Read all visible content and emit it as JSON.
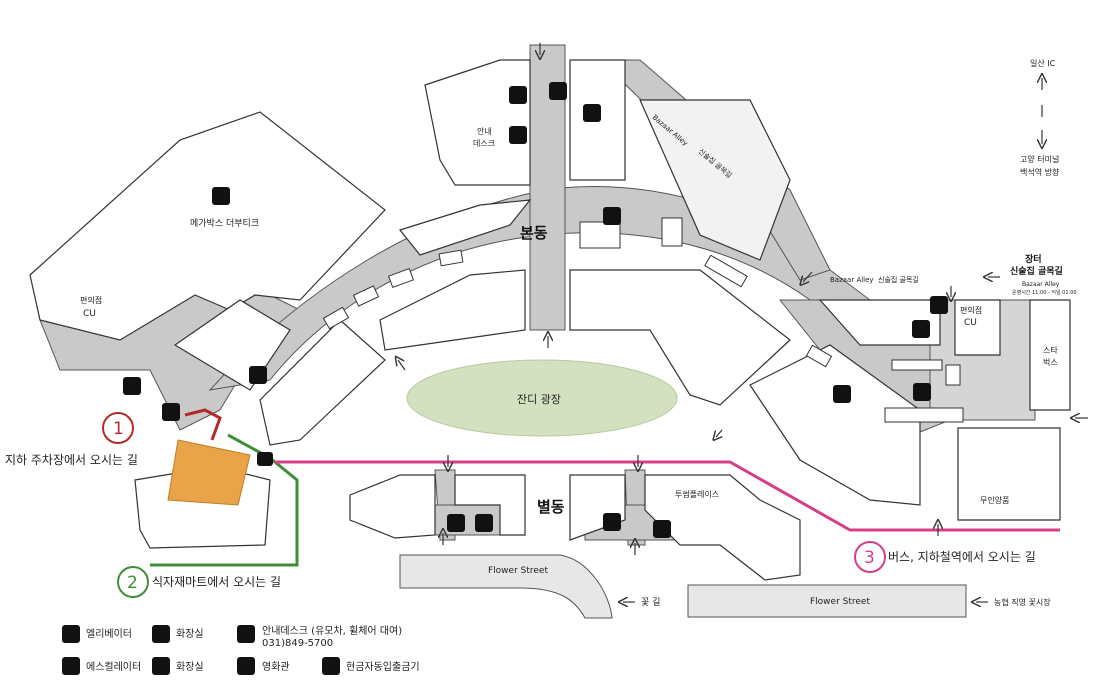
{
  "map": {
    "buildings": {
      "main": "본동",
      "annex": "별동"
    },
    "plaza": "잔디 광장",
    "stores": {
      "megabox": "메가박스 더부티크",
      "cu_left_1": "편의점",
      "cu_left_2": "CU",
      "cu_right_1": "편의점",
      "cu_right_2": "CU",
      "starbucks_1": "스타",
      "starbucks_2": "벅스",
      "twosome": "투썸플레이스",
      "muin": "무인양품"
    },
    "info_desk_1": "안내",
    "info_desk_2": "데스크",
    "bazaar_alley": "Bazaar Alley",
    "bazaar_alley_2": "Bazaar Alley",
    "sinsuljip_alley": "신술집 골목길",
    "sinsuljip_alley_2": "신술집 골목길",
    "jangteo_1": "장터",
    "jangteo_2": "신술집 골목길",
    "jangteo_3": "Bazaar Alley",
    "jangteo_4": "운영시간 11:00 - 익일 01:00",
    "flower_street_1": "Flower Street",
    "flower_street_2": "Flower Street",
    "flower_road": "꽃 길",
    "nh_market": "농협 직영 꽃시장",
    "ilsan_ic": "일산 IC",
    "goyang_terminal_1": "고양 터미널",
    "goyang_terminal_2": "백석역 방향"
  },
  "routes": [
    {
      "num": "1",
      "label": "지하 주차장에서 오시는 길",
      "color": "#b22a2a"
    },
    {
      "num": "2",
      "label": "식자재마트에서 오시는 길",
      "color": "#3f8f3a"
    },
    {
      "num": "3",
      "label": "버스, 지하철역에서 오시는 길",
      "color": "#d63f86"
    }
  ],
  "legend": {
    "elevator": "엘리베이터",
    "restroom": "화장실",
    "info": "안내데스크 (유모차, 휠체어 대여)",
    "phone": "031)849-5700",
    "escalator": "에스컬레이터",
    "accessible_restroom": "화장실",
    "cinema": "영화관",
    "atm": "현금자동입출금기"
  },
  "colors": {
    "corridor": "#c9c9c9",
    "building": "#ffffff",
    "outline": "#333333",
    "plaza": "#d4e1c0",
    "parking": "#e9a44a"
  }
}
